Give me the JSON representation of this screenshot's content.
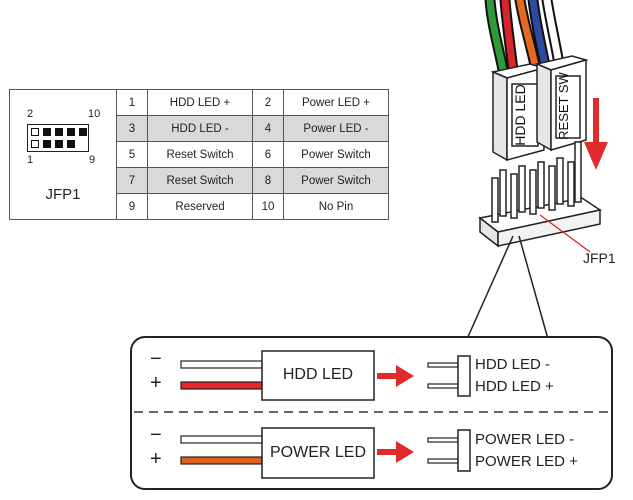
{
  "header": {
    "name": "JFP1",
    "pin_numbers": {
      "top_left": "2",
      "top_right": "10",
      "bottom_left": "1",
      "bottom_right": "9"
    }
  },
  "pin_table": [
    {
      "left_num": "1",
      "left_label": "HDD LED +",
      "right_num": "2",
      "right_label": "Power LED +"
    },
    {
      "left_num": "3",
      "left_label": "HDD LED -",
      "right_num": "4",
      "right_label": "Power LED -"
    },
    {
      "left_num": "5",
      "left_label": "Reset Switch",
      "right_num": "6",
      "right_label": "Power Switch"
    },
    {
      "left_num": "7",
      "left_label": "Reset Switch",
      "right_num": "8",
      "right_label": "Power Switch"
    },
    {
      "left_num": "9",
      "left_label": "Reserved",
      "right_num": "10",
      "right_label": "No Pin"
    }
  ],
  "connector": {
    "plug_left_label": "HDD LED",
    "plug_right_label": "RESET SW",
    "callout_label": "JFP1"
  },
  "hdd_section": {
    "minus": "−",
    "plus": "+",
    "box_label": "HDD LED",
    "pin_minus": "HDD LED -",
    "pin_plus": "HDD LED +"
  },
  "power_section": {
    "minus": "−",
    "plus": "+",
    "box_label": "POWER LED",
    "pin_minus": "POWER LED -",
    "pin_plus": "POWER LED +"
  },
  "colors": {
    "hdd_wire": "#e8262a",
    "power_wire": "#e0621f",
    "arrow": "#e02b2b",
    "wire_blue": "#2b4aa0",
    "wire_green": "#2e9a3a",
    "wire_orange": "#e36a1e",
    "wire_red": "#d6262a"
  }
}
